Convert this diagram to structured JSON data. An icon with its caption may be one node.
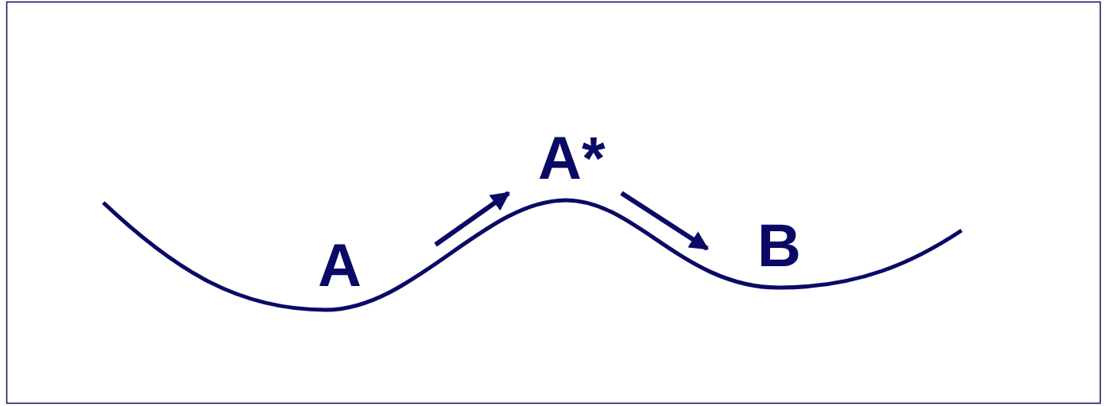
{
  "diagram": {
    "nodes": [
      {
        "text": [
          "A"
        ]
      },
      {
        "text": [
          "A*"
        ]
      },
      {
        "text": [
          "B"
        ]
      }
    ],
    "edges": [
      {
        "from": 0,
        "to": 1,
        "arrow": "to"
      },
      {
        "from": 1,
        "to": 2,
        "arrow": "to"
      }
    ]
  }
}
